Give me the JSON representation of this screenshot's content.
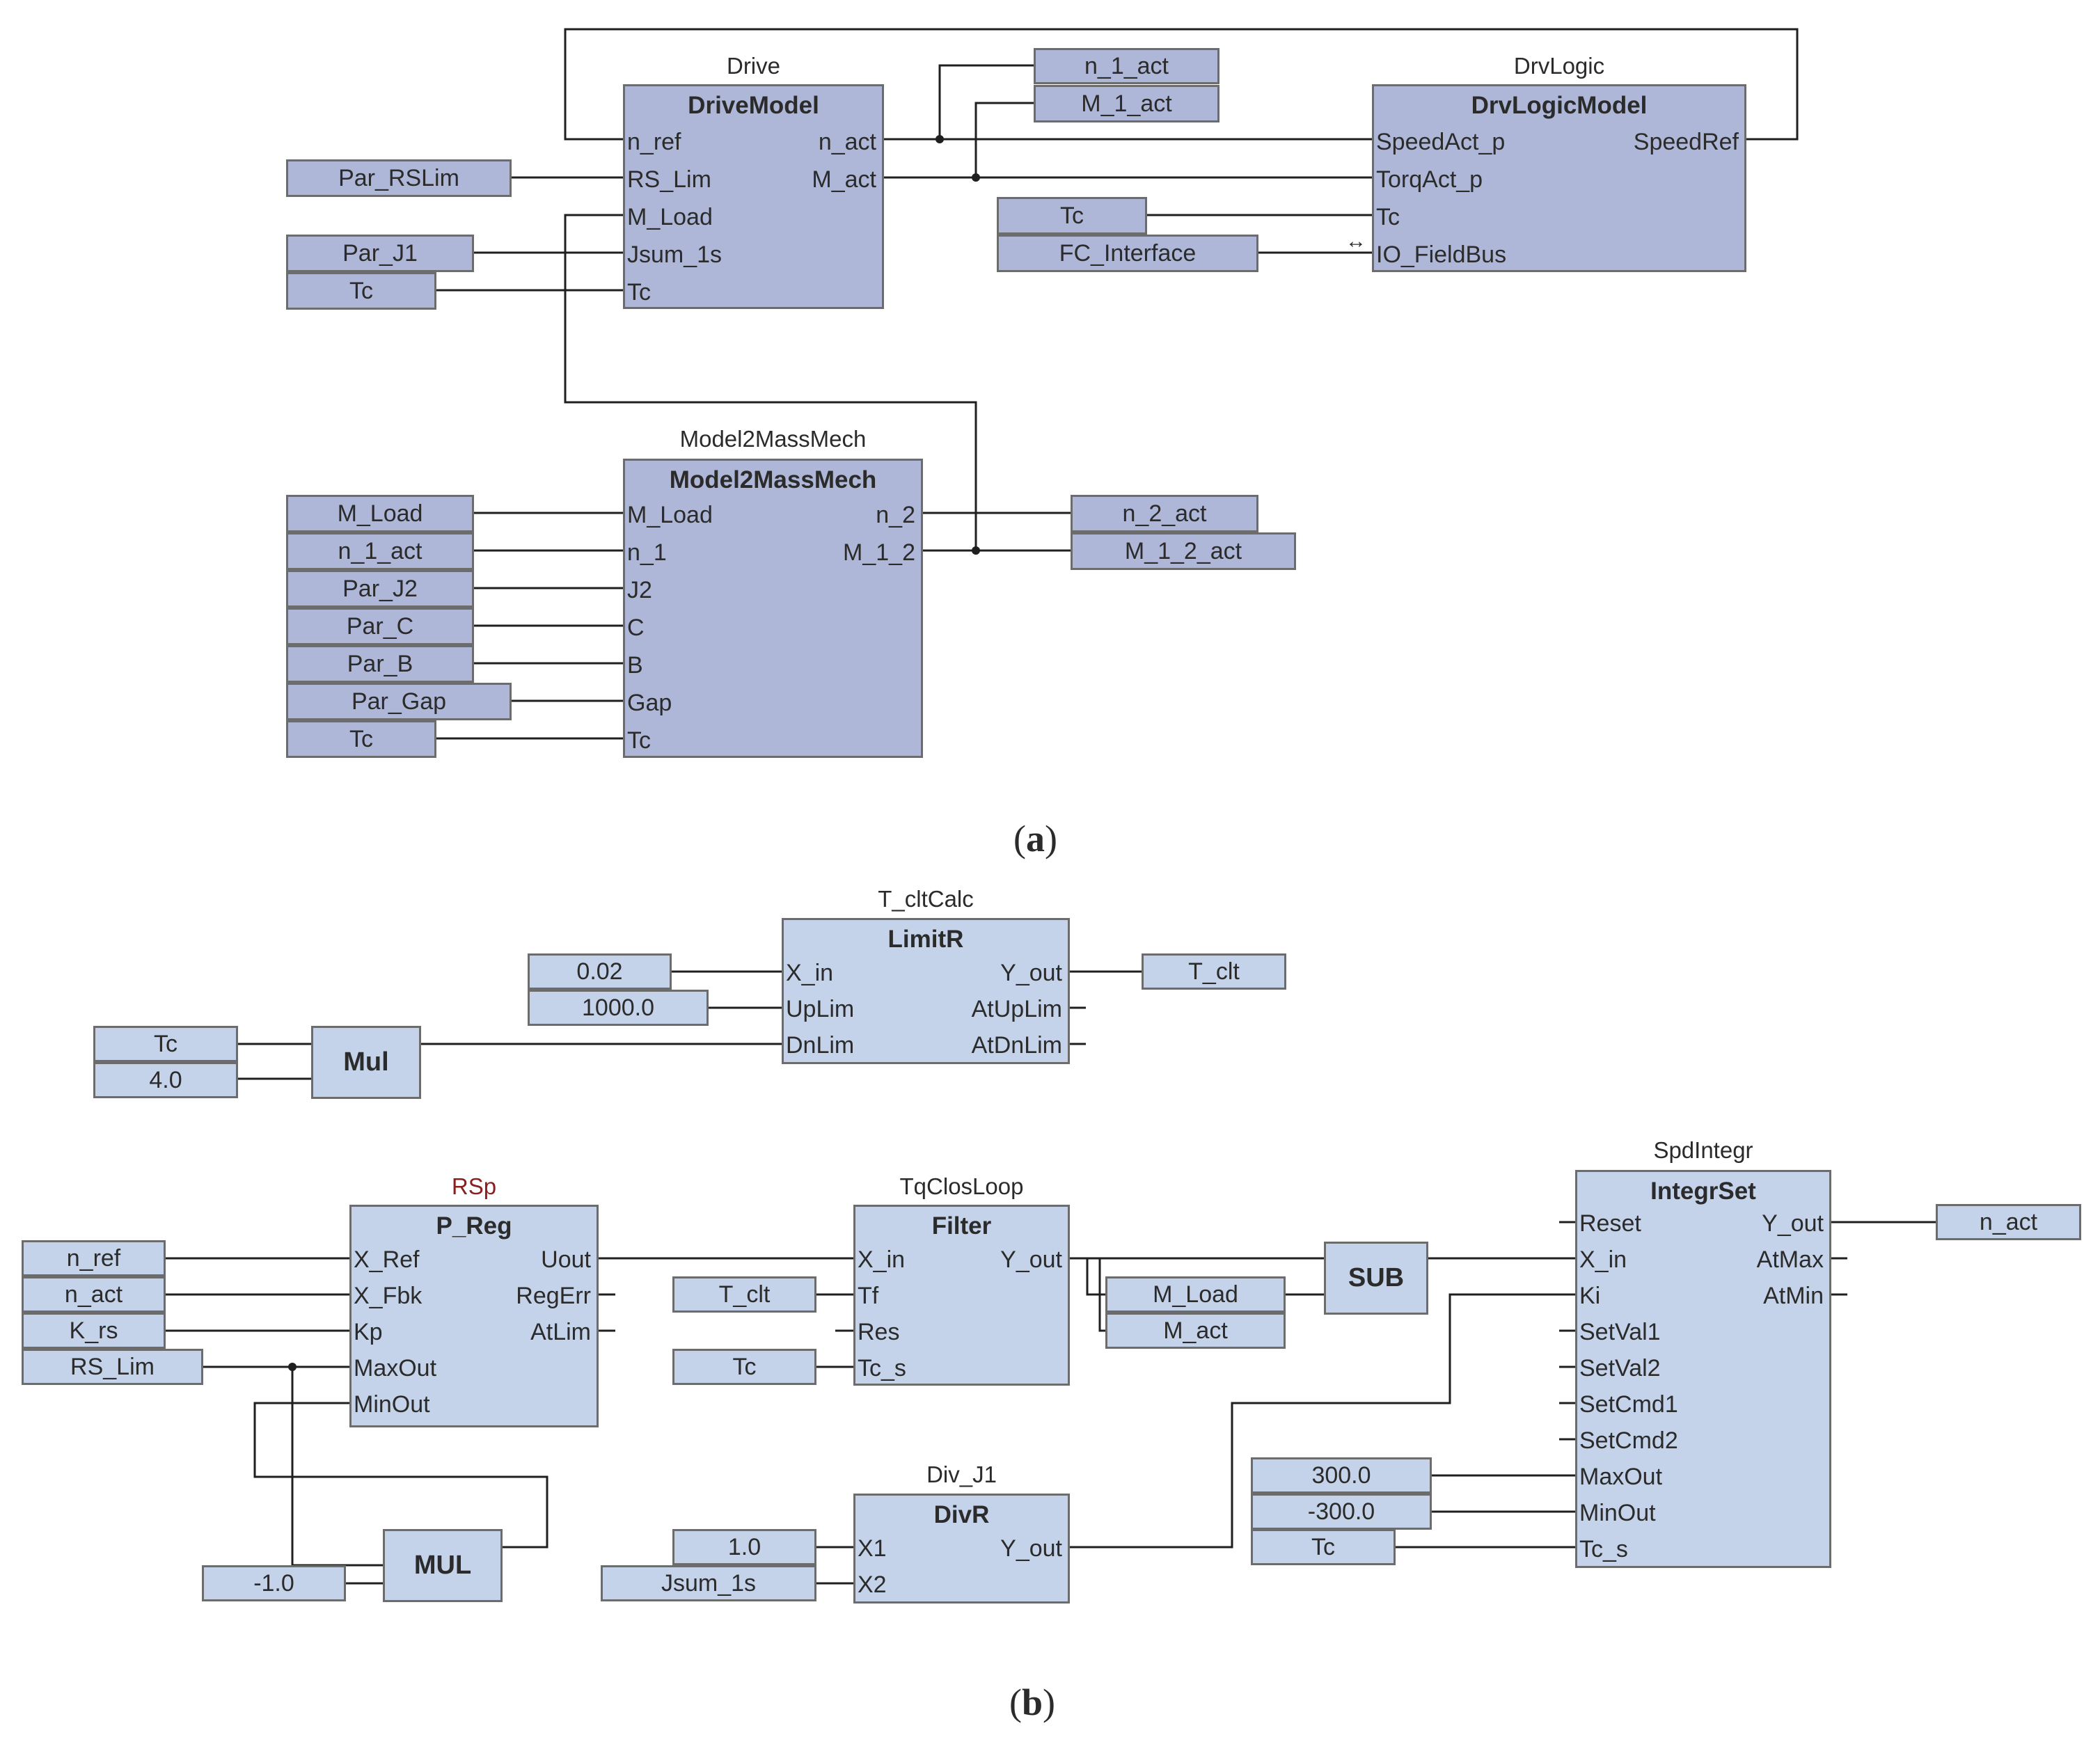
{
  "captions": {
    "a": "a",
    "b": "b"
  },
  "diagram_a": {
    "drive": {
      "instance": "Drive",
      "type": "DriveModel",
      "inputs": [
        "n_ref",
        "RS_Lim",
        "M_Load",
        "Jsum_1s",
        "Tc"
      ],
      "outputs": [
        "n_act",
        "M_act"
      ]
    },
    "drvlogic": {
      "instance": "DrvLogic",
      "type": "DrvLogicModel",
      "inputs": [
        "SpeedAct_p",
        "TorqAct_p",
        "Tc",
        "IO_FieldBus"
      ],
      "outputs": [
        "SpeedRef"
      ]
    },
    "mech": {
      "instance": "Model2MassMech",
      "type": "Model2MassMech",
      "inputs": [
        "M_Load",
        "n_1",
        "J2",
        "C",
        "B",
        "Gap",
        "Tc"
      ],
      "outputs": [
        "n_2",
        "M_1_2"
      ]
    },
    "vars": {
      "n_1_act": "n_1_act",
      "M_1_act": "M_1_act",
      "par_rslim": "Par_RSLim",
      "par_j1": "Par_J1",
      "tc_drive": "Tc",
      "tc_logic": "Tc",
      "fc_interface": "FC_Interface",
      "m_load": "M_Load",
      "n_1_act_in": "n_1_act",
      "par_j2": "Par_J2",
      "par_c": "Par_C",
      "par_b": "Par_B",
      "par_gap": "Par_Gap",
      "tc_mech": "Tc",
      "n_2_act": "n_2_act",
      "m_1_2_act": "M_1_2_act"
    },
    "bidirectional_arrow": "↔"
  },
  "diagram_b": {
    "limit": {
      "instance": "T_cltCalc",
      "type": "LimitR",
      "inputs": [
        "X_in",
        "UpLim",
        "DnLim"
      ],
      "outputs": [
        "Y_out",
        "AtUpLim",
        "AtDnLim"
      ]
    },
    "rsp": {
      "instance": "RSp",
      "type": "P_Reg",
      "inputs": [
        "X_Ref",
        "X_Fbk",
        "Kp",
        "MaxOut",
        "MinOut"
      ],
      "outputs": [
        "Uout",
        "RegErr",
        "AtLim"
      ]
    },
    "filter": {
      "instance": "TqClosLoop",
      "type": "Filter",
      "inputs": [
        "X_in",
        "Tf",
        "Res",
        "Tc_s"
      ],
      "outputs": [
        "Y_out"
      ]
    },
    "integr": {
      "instance": "SpdIntegr",
      "type": "IntegrSet",
      "inputs": [
        "Reset",
        "X_in",
        "Ki",
        "SetVal1",
        "SetVal2",
        "SetCmd1",
        "SetCmd2",
        "MaxOut",
        "MinOut",
        "Tc_s"
      ],
      "outputs": [
        "Y_out",
        "AtMax",
        "AtMin"
      ]
    },
    "div": {
      "instance": "Div_J1",
      "type": "DivR",
      "inputs": [
        "X1",
        "X2"
      ],
      "outputs": [
        "Y_out"
      ]
    },
    "ops": {
      "mul": "Mul",
      "mul2": "MUL",
      "sub": "SUB"
    },
    "vars": {
      "c002": "0.02",
      "c1000": "1000.0",
      "t_clt": "T_clt",
      "tc_mul": "Tc",
      "c4": "4.0",
      "n_ref": "n_ref",
      "n_act_in": "n_act",
      "k_rs": "K_rs",
      "rs_lim": "RS_Lim",
      "cm1": "-1.0",
      "t_clt_in": "T_clt",
      "tc_filter": "Tc",
      "m_load": "M_Load",
      "m_act": "M_act",
      "c1": "1.0",
      "jsum": "Jsum_1s",
      "c300": "300.0",
      "cm300": "-300.0",
      "tc_integr": "Tc",
      "n_act_out": "n_act"
    }
  }
}
